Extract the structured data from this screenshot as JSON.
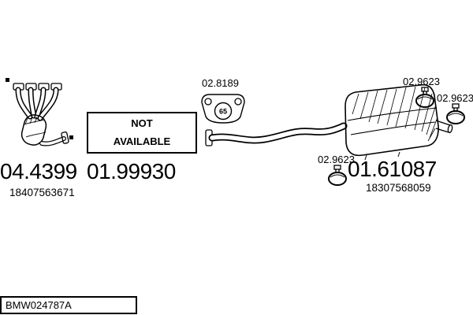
{
  "page": {
    "background": "#ffffff",
    "ink": "#000000"
  },
  "footer": {
    "code": "BMW024787A"
  },
  "not_available": {
    "line1": "NOT",
    "line2": "AVAILABLE"
  },
  "parts": {
    "manifold_catalyst": {
      "number": "04.4399",
      "oem": "18407563671"
    },
    "middle_section": {
      "number": "01.99930"
    },
    "gasket": {
      "number": "02.8189",
      "size": "65"
    },
    "clamp_top": {
      "number": "02.9623"
    },
    "clamp_right": {
      "number": "02.9623"
    },
    "clamp_lower": {
      "number": "02.9623"
    },
    "rear_silencer": {
      "number": "01.61087",
      "oem": "18307568059"
    }
  }
}
